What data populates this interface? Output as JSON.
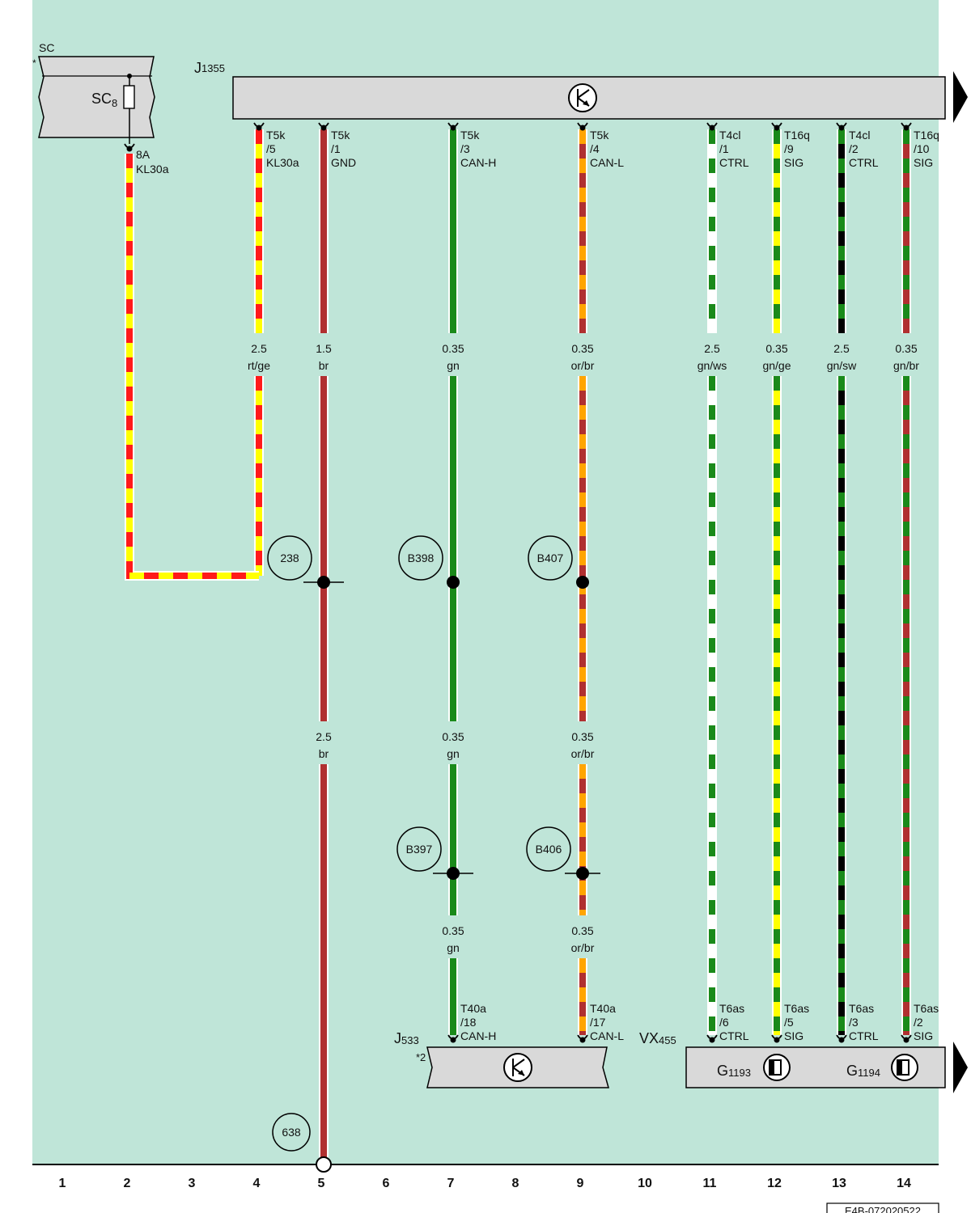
{
  "colors": {
    "background": "#bfe5d8",
    "component_fill": "#d9d9d9",
    "red": "#ff1a1a",
    "yellow": "#ffff00",
    "brown": "#b03030",
    "green": "#1a8a1a",
    "orange": "#ffa500",
    "white": "#ffffff",
    "black": "#000000"
  },
  "components": {
    "sc": {
      "name": "SC",
      "star": "*",
      "fuse": "SC",
      "fuse_sub": "8"
    },
    "j1355": {
      "name": "J",
      "sub": "1355"
    },
    "j533": {
      "name": "J",
      "sub": "533",
      "note": "*2"
    },
    "vx455": {
      "name": "VX",
      "sub": "455"
    },
    "g1193": {
      "name": "G",
      "sub": "1193"
    },
    "g1194": {
      "name": "G",
      "sub": "1194"
    }
  },
  "fuse_pin": {
    "line1": "8A",
    "line2": "KL30a"
  },
  "top_pins": [
    {
      "col": 4,
      "line1": "T5k",
      "line2": "/5",
      "line3": "KL30a"
    },
    {
      "col": 5,
      "line1": "T5k",
      "line2": "/1",
      "line3": "GND"
    },
    {
      "col": 7,
      "line1": "T5k",
      "line2": "/3",
      "line3": "CAN-H"
    },
    {
      "col": 9,
      "line1": "T5k",
      "line2": "/4",
      "line3": "CAN-L"
    },
    {
      "col": 11,
      "line1": "T4cl",
      "line2": "/1",
      "line3": "CTRL"
    },
    {
      "col": 12,
      "line1": "T16q",
      "line2": "/9",
      "line3": "SIG"
    },
    {
      "col": 13,
      "line1": "T4cl",
      "line2": "/2",
      "line3": "CTRL"
    },
    {
      "col": 14,
      "line1": "T16q",
      "line2": "/10",
      "line3": "SIG"
    }
  ],
  "bottom_pins": [
    {
      "col": 7,
      "line1": "T40a",
      "line2": "/18",
      "line3": "CAN-H"
    },
    {
      "col": 9,
      "line1": "T40a",
      "line2": "/17",
      "line3": "CAN-L"
    },
    {
      "col": 11,
      "line1": "T6as",
      "line2": "/6",
      "line3": "CTRL"
    },
    {
      "col": 12,
      "line1": "T6as",
      "line2": "/5",
      "line3": "SIG"
    },
    {
      "col": 13,
      "line1": "T6as",
      "line2": "/3",
      "line3": "CTRL"
    },
    {
      "col": 14,
      "line1": "T6as",
      "line2": "/2",
      "line3": "SIG"
    }
  ],
  "wire_labels": [
    {
      "col": 4,
      "row": 1,
      "size": "2.5",
      "color": "rt/ge"
    },
    {
      "col": 5,
      "row": 1,
      "size": "1.5",
      "color": "br"
    },
    {
      "col": 7,
      "row": 1,
      "size": "0.35",
      "color": "gn"
    },
    {
      "col": 9,
      "row": 1,
      "size": "0.35",
      "color": "or/br"
    },
    {
      "col": 11,
      "row": 1,
      "size": "2.5",
      "color": "gn/ws"
    },
    {
      "col": 12,
      "row": 1,
      "size": "0.35",
      "color": "gn/ge"
    },
    {
      "col": 13,
      "row": 1,
      "size": "2.5",
      "color": "gn/sw"
    },
    {
      "col": 14,
      "row": 1,
      "size": "0.35",
      "color": "gn/br"
    },
    {
      "col": 5,
      "row": 2,
      "size": "2.5",
      "color": "br"
    },
    {
      "col": 7,
      "row": 2,
      "size": "0.35",
      "color": "gn"
    },
    {
      "col": 9,
      "row": 2,
      "size": "0.35",
      "color": "or/br"
    },
    {
      "col": 7,
      "row": 3,
      "size": "0.35",
      "color": "gn"
    },
    {
      "col": 9,
      "row": 3,
      "size": "0.35",
      "color": "or/br"
    }
  ],
  "connection_points": [
    "238",
    "B398",
    "B407",
    "B397",
    "B406",
    "638"
  ],
  "columns": [
    "1",
    "2",
    "3",
    "4",
    "5",
    "6",
    "7",
    "8",
    "9",
    "10",
    "11",
    "12",
    "13",
    "14"
  ],
  "footer_code": "E4B-072020522"
}
